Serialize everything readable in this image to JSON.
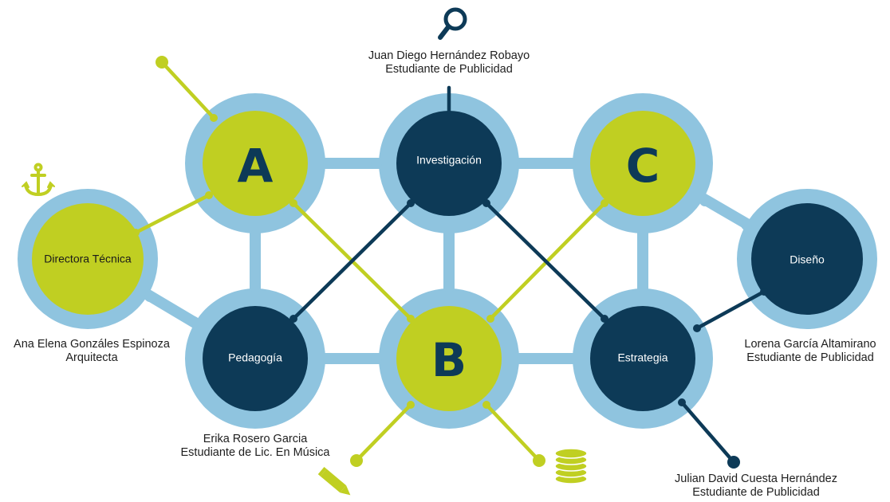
{
  "colors": {
    "ring": "#8fc4df",
    "lime": "#c0cf22",
    "navy": "#0d3a57",
    "white": "#ffffff"
  },
  "nodes": {
    "a": {
      "label": "A",
      "fill": "lime",
      "kind": "letter"
    },
    "investigacion": {
      "label": "Investigación",
      "fill": "navy",
      "kind": "text"
    },
    "c": {
      "label": "C",
      "fill": "lime",
      "kind": "letter"
    },
    "directora": {
      "label": "Directora Técnica",
      "fill": "lime",
      "kind": "text"
    },
    "pedagogia": {
      "label": "Pedagogía",
      "fill": "navy",
      "kind": "text"
    },
    "b": {
      "label": "B",
      "fill": "lime",
      "kind": "letter"
    },
    "estrategia": {
      "label": "Estrategia",
      "fill": "navy",
      "kind": "text"
    },
    "diseno": {
      "label": "Diseño",
      "fill": "navy",
      "kind": "text"
    }
  },
  "people": {
    "juan": {
      "name": "Juan Diego Hernández Robayo",
      "role": "Estudiante de Publicidad",
      "icon": "magnifier-icon"
    },
    "ana": {
      "name": "Ana Elena Gonzáles Espinoza",
      "role": "Arquitecta",
      "icon": "anchor-icon"
    },
    "erika": {
      "name": "Erika Rosero Garcia",
      "role": "Estudiante de Lic. En Música",
      "icon": "pencil-icon"
    },
    "lorena": {
      "name": "Lorena García Altamirano",
      "role": "Estudiante de Publicidad"
    },
    "julian": {
      "name": "Julian David Cuesta Hernández",
      "role": "Estudiante de Publicidad"
    }
  },
  "icons": [
    "magnifier-icon",
    "anchor-icon",
    "pencil-icon",
    "coins-icon"
  ]
}
